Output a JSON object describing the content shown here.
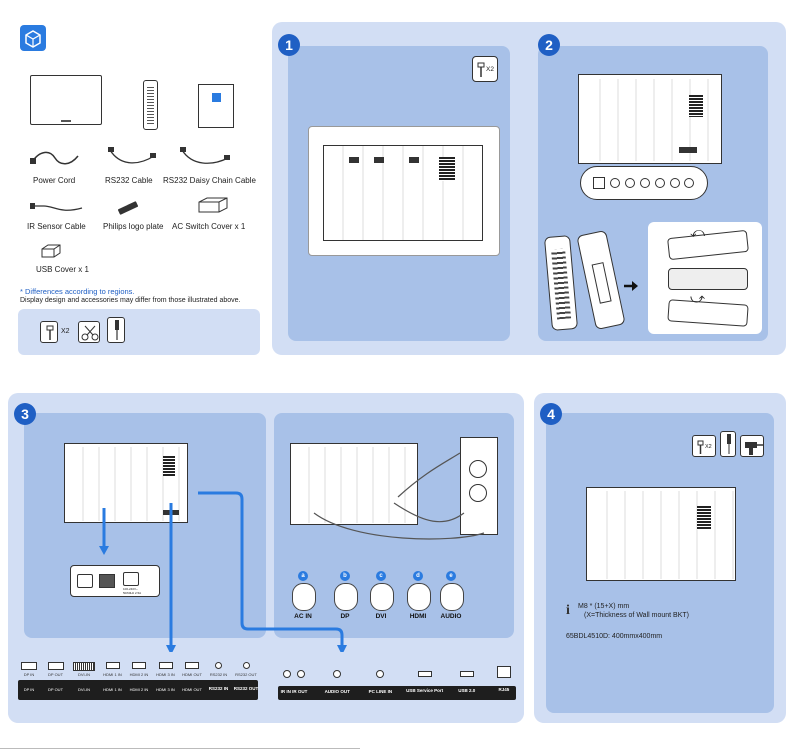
{
  "accessories": {
    "items": [
      {
        "label": "Power Cord"
      },
      {
        "label": "RS232 Cable"
      },
      {
        "label": "RS232 Daisy Chain Cable"
      },
      {
        "label": "IR Sensor Cable"
      },
      {
        "label": "Philips logo plate"
      },
      {
        "label": "AC Switch Cover x 1"
      },
      {
        "label": "USB Cover x 1"
      }
    ],
    "note_highlight": "* Differences according to regions.",
    "note_text": "Display design and accessories may differ from those illustrated above.",
    "tool_count": "X2"
  },
  "steps": [
    {
      "number": "1",
      "screw_count": "X2"
    },
    {
      "number": "2"
    },
    {
      "number": "3"
    },
    {
      "number": "4",
      "screw_count": "X2"
    }
  ],
  "connectors": [
    {
      "letter": "a",
      "label": "AC IN"
    },
    {
      "letter": "b",
      "label": "DP"
    },
    {
      "letter": "c",
      "label": "DVI"
    },
    {
      "letter": "d",
      "label": "HDMI"
    },
    {
      "letter": "e",
      "label": "AUDIO"
    }
  ],
  "power_switch": {
    "spec1": "100-240V~",
    "spec2": "50/60Hz 2.5A"
  },
  "port_panel_left": [
    {
      "top": "DP IN",
      "bottom": "DP IN"
    },
    {
      "top": "DP OUT",
      "bottom": "DP OUT"
    },
    {
      "top": "DVI-IN",
      "bottom": "DVI-IN"
    },
    {
      "top": "HDMI 1 IN",
      "bottom": "HDMI 1 IN"
    },
    {
      "top": "HDMI 2 IN",
      "bottom": "HDMI 2 IN"
    },
    {
      "top": "HDMI 3 IN",
      "bottom": "HDMI 3 IN"
    },
    {
      "top": "HDMI OUT",
      "bottom": "HDMI OUT"
    },
    {
      "top": "RS232 IN",
      "bottom": "RS232 IN"
    },
    {
      "top": "RS232 OUT",
      "bottom": "RS232 OUT"
    }
  ],
  "port_panel_right": [
    {
      "label": "IR IN IR OUT"
    },
    {
      "label": "AUDIO OUT"
    },
    {
      "label": "PC LINE IN"
    },
    {
      "label": "USB Service Port"
    },
    {
      "label": "USB 2.0"
    },
    {
      "label": "RJ45"
    }
  ],
  "wall_mount": {
    "m_spec": "M8 * (15+X) mm",
    "m_note": "(X=Thickness of  Wall mount BKT)",
    "model_spec": "65BDL4510D: 400mmx400mm"
  },
  "colors": {
    "accent": "#1f5fc4",
    "panel": "#d2def4",
    "inner": "#a8c1e8"
  }
}
